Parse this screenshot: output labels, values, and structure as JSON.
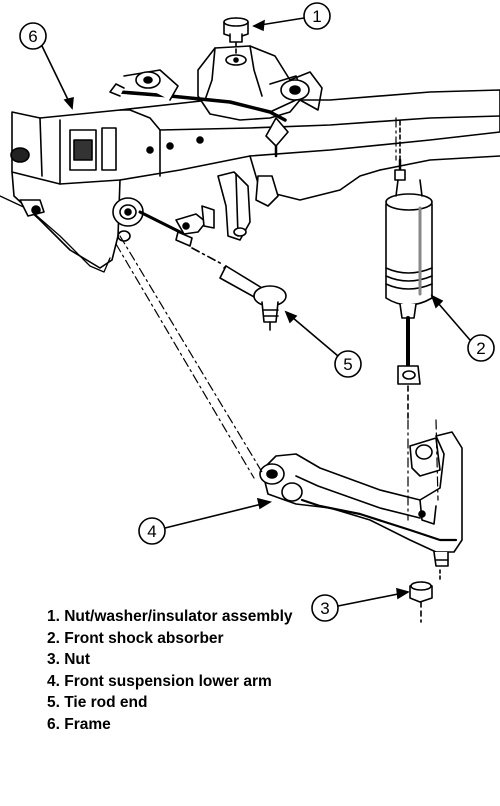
{
  "callouts": [
    {
      "num": "1",
      "part": "nut-washer-insulator"
    },
    {
      "num": "2",
      "part": "front-shock-absorber"
    },
    {
      "num": "3",
      "part": "nut"
    },
    {
      "num": "4",
      "part": "front-suspension-lower-arm"
    },
    {
      "num": "5",
      "part": "tie-rod-end"
    },
    {
      "num": "6",
      "part": "frame"
    }
  ],
  "legend": [
    "1. Nut/washer/insulator assembly",
    "2. Front shock absorber",
    "3. Nut",
    "4. Front suspension lower arm",
    "5. Tie rod end",
    "6. Frame"
  ]
}
